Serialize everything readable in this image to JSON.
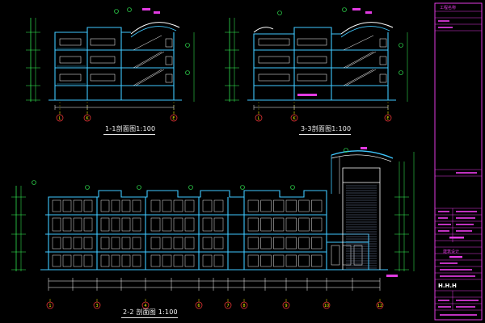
{
  "drawing": {
    "colors": {
      "background": "#000000",
      "structure": "#3fc8ff",
      "detail": "#ffffff",
      "green": "#36ff5a",
      "magenta": "#e23be2",
      "yellow": "#f0f000",
      "red": "#ff3b3b",
      "cyan": "#00ffff"
    },
    "sections": [
      {
        "id": "1-1",
        "title": "1-1剖面图1:100",
        "grid_labels": [
          "L",
          "K",
          "E"
        ]
      },
      {
        "id": "3-3",
        "title": "3-3剖面图1:100",
        "grid_labels": [
          "L",
          "K",
          "E"
        ]
      },
      {
        "id": "2-2",
        "title": "2-2 剖面图 1:100",
        "grid_labels": [
          "1",
          "3",
          "4",
          "6",
          "7",
          "8",
          "9",
          "10",
          "12"
        ]
      }
    ],
    "title_block": {
      "header": "工程名称",
      "logo_text": "H.H.H",
      "company_mark": "建筑设计"
    }
  }
}
